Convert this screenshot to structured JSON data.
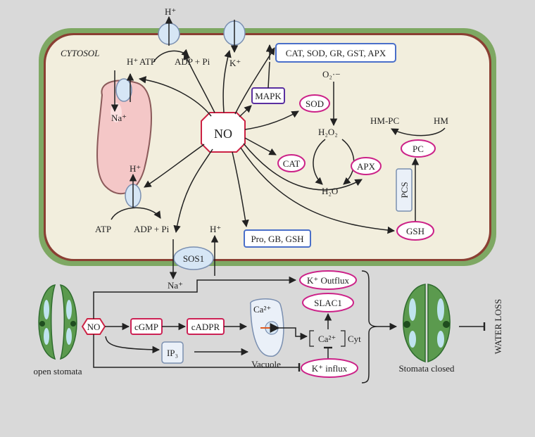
{
  "cytosol_label": "CYTOSOL",
  "no_center": "NO",
  "no_lower": "NO",
  "top_pump": {
    "h_plus": "H⁺",
    "atp": "ATP",
    "adp_pi": "ADP + Pi"
  },
  "k_channel": "K⁺",
  "antioxidant_box": "CAT, SOD, GR, GST, APX",
  "mapk": "MAPK",
  "sod": "SOD",
  "cat": "CAT",
  "apx": "APX",
  "superoxide": "O₂·−",
  "h2o2": "H₂O₂",
  "h2o": "H₂O",
  "hm_pc": "HM-PC",
  "hm": "HM",
  "pc": "PC",
  "pcs": "PCS",
  "gsh": "GSH",
  "osmolyte_box": "Pro, GB, GSH",
  "vacuole_top": {
    "h_plus": "H⁺",
    "na_plus": "Na⁺"
  },
  "vacuole_bottom": {
    "h_plus": "H⁺",
    "atp": "ATP",
    "adp_pi": "ADP + Pi"
  },
  "sos1": {
    "label": "SOS1",
    "h_plus": "H⁺",
    "na_plus": "Na⁺"
  },
  "k_outflux": "K⁺ Outflux",
  "slac1": "SLAC1",
  "k_influx": "K⁺ influx",
  "cgmp": "cGMP",
  "cadpr": "cADPR",
  "ip3": "IP₃",
  "ca_vacuole": "Ca²⁺",
  "vacuole_label": "Vacuole",
  "ca_cyt": "Ca²⁺",
  "cyt": "Cyt",
  "open_stomata": "open stomata",
  "stomata_closed": "Stomata closed",
  "water_loss": "WATER LOSS",
  "colors": {
    "cell_wall": "#7ea863",
    "membrane": "#8b3f33",
    "cytosol": "#f2eedd",
    "magenta": "#cc2288",
    "blue_box": "#4a6fc9",
    "purple_box": "#5a2fa0",
    "channel": "#d6e6f5"
  }
}
